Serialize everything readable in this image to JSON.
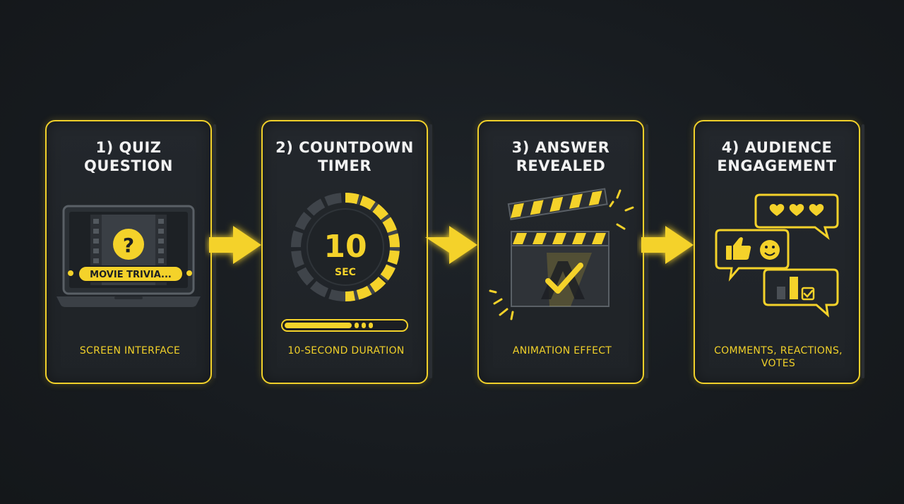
{
  "colors": {
    "accent": "#f4d22a",
    "background": "#171b1f",
    "panel": "#22262b",
    "text": "#f2f2f2",
    "muted": "#4a4f55"
  },
  "steps": [
    {
      "title": "1) QUIZ\nQUESTION",
      "caption": "SCREEN INTERFACE",
      "banner": "MOVIE TRIVIA...",
      "icon": "question-mark-icon"
    },
    {
      "title": "2) COUNTDOWN\nTIMER",
      "caption": "10-SECOND DURATION",
      "timer_value": "10",
      "timer_unit": "SEC",
      "icon": "timer-icon"
    },
    {
      "title": "3) ANSWER\nREVEALED",
      "caption": "ANIMATION EFFECT",
      "icon": "clapperboard-icon"
    },
    {
      "title": "4) AUDIENCE\nENGAGEMENT",
      "caption": "COMMENTS, REACTIONS,\nVOTES",
      "icon": "chat-bubbles-icon"
    }
  ],
  "connectors": [
    "arrow-right-icon",
    "arrow-right-icon",
    "arrow-right-icon"
  ]
}
